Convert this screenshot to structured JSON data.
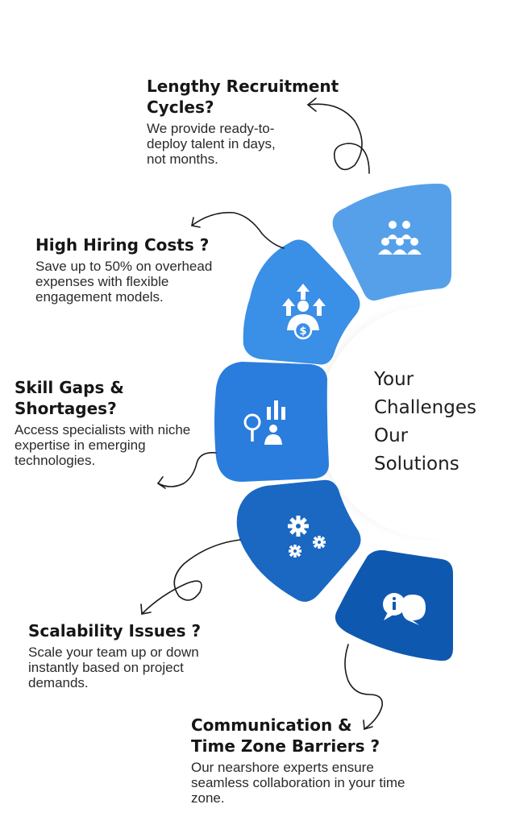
{
  "center": {
    "lines": [
      "Your",
      "Challenges",
      "Our",
      "Solutions"
    ]
  },
  "colors": {
    "light": "#56a0ea",
    "mid": "#3a8fe6",
    "mid2": "#2a7ddc",
    "dark": "#1a68c2",
    "darker": "#0f58b0"
  },
  "challenges": [
    {
      "title": "Lengthy Recruitment Cycles?",
      "description": "We provide ready-to-deploy talent in days, not months.",
      "icon": "team-group-icon"
    },
    {
      "title": "High Hiring Costs ?",
      "description": "Save up to 50% on overhead expenses with flexible engagement models.",
      "icon": "growth-cost-icon"
    },
    {
      "title": "Skill Gaps & Shortages?",
      "description": "Access specialists with niche expertise in emerging technologies.",
      "icon": "analytics-search-icon"
    },
    {
      "title": "Scalability Issues ?",
      "description": "Scale your team up or down instantly based on project demands.",
      "icon": "gears-icon"
    },
    {
      "title": "Communication & Time Zone Barriers ?",
      "description": "Our nearshore experts ensure seamless collaboration in your time zone.",
      "icon": "chat-info-icon"
    }
  ]
}
